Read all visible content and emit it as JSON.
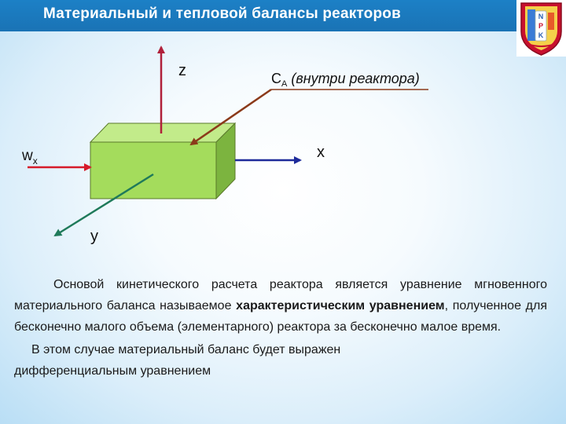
{
  "header": {
    "title": "Материальный и тепловой балансы реакторов",
    "logo_letters": [
      "N",
      "P",
      "K"
    ]
  },
  "diagram": {
    "axis_z": "z",
    "axis_x": "x",
    "axis_y": "y",
    "flow_label_main": "w",
    "flow_label_sub": "x",
    "conc_label_main": "C",
    "conc_label_sub": "A",
    "conc_label_rest": " (внутри реактора)"
  },
  "body": {
    "p1_a": "Основой кинетического расчета реактора является уравнение мгновенного материального баланса называемое ",
    "p1_b": "характеристическим уравнением",
    "p1_c": ", полученное для бесконечно малого объема (элементарного) реактора за бесконечно малое время.",
    "p2": "В этом случае материальный баланс будет выражен дифференциальным уравнением"
  },
  "colors": {
    "title_bar": "#1c80c6",
    "box_front": "#a4dc5c",
    "box_top": "#c2eb8a",
    "box_side": "#7cb43f",
    "arrow_z": "#b0203a",
    "arrow_conc": "#8b3a1a",
    "arrow_x": "#1d2a9a",
    "arrow_w": "#d61b2a",
    "arrow_y": "#1f7a5a"
  }
}
